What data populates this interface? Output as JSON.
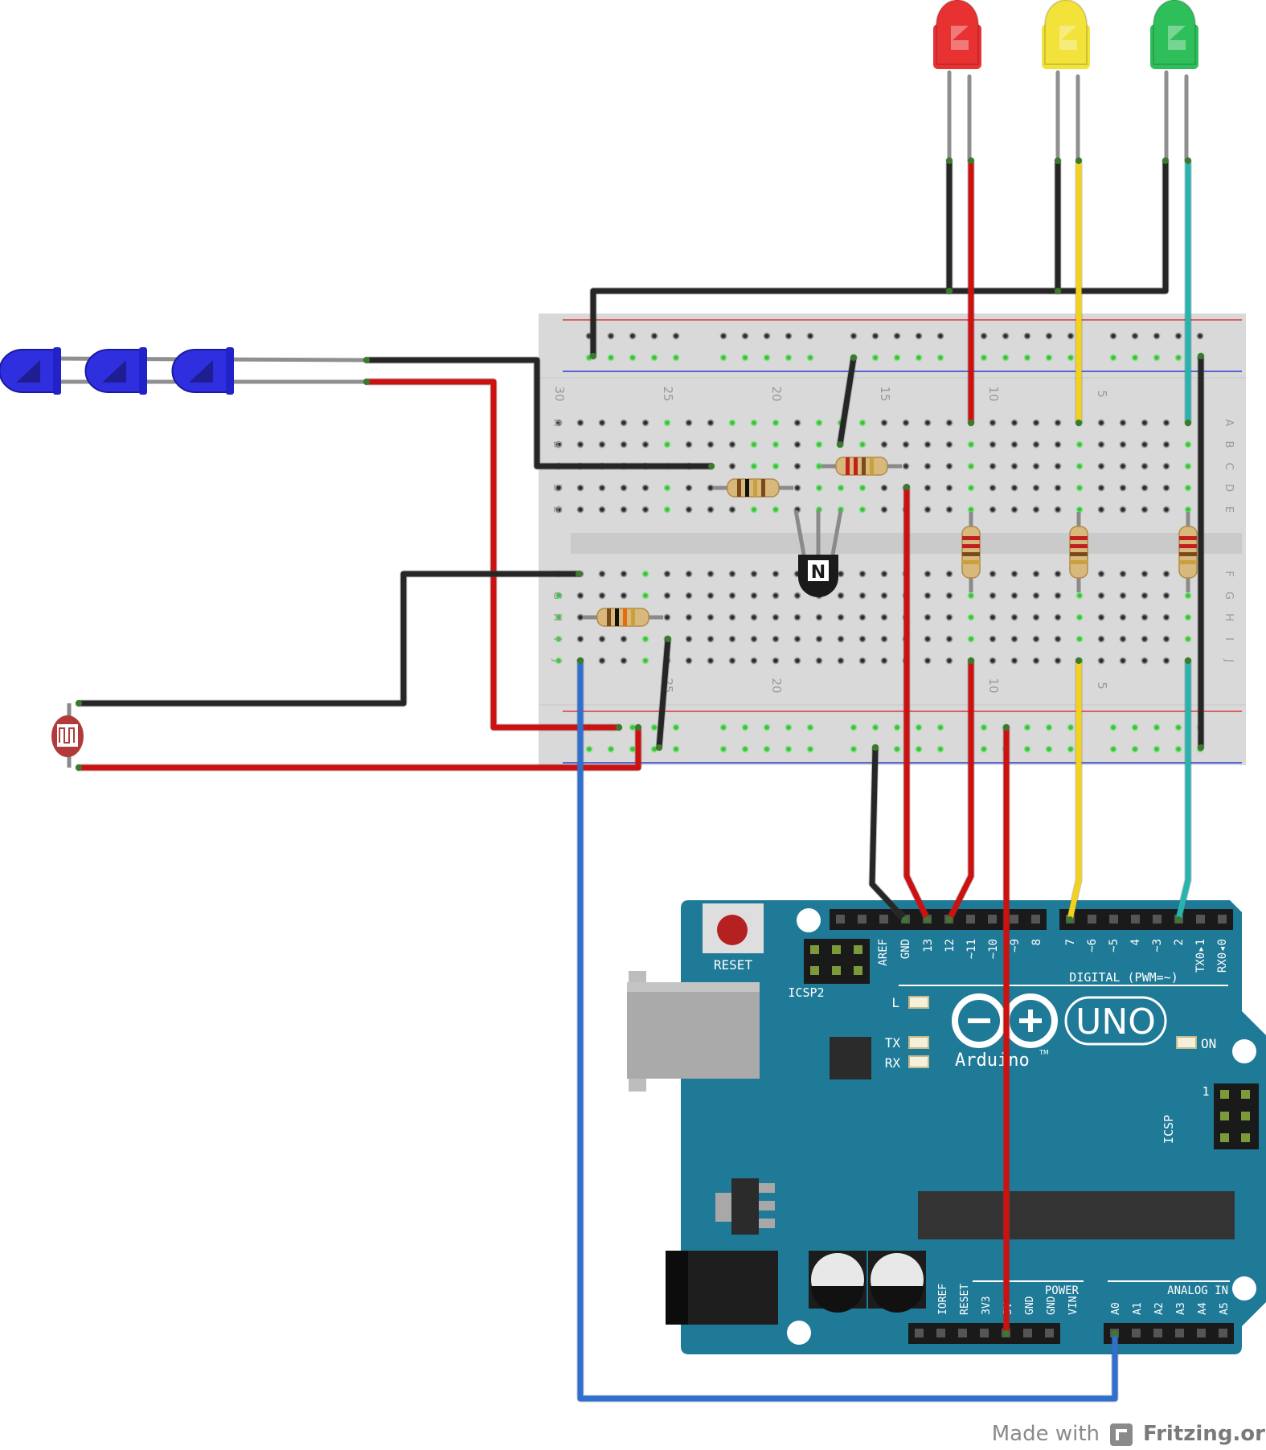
{
  "footer": {
    "made_with": "Made with",
    "brand": "Fritzing.org"
  },
  "breadboard": {
    "col_numbers": [
      "30",
      "25",
      "20",
      "15",
      "10",
      "5"
    ],
    "row_letters_top": [
      "A",
      "B",
      "C",
      "D",
      "E"
    ],
    "row_letters_bottom": [
      "F",
      "G",
      "H",
      "I",
      "J"
    ]
  },
  "transistor": {
    "label": "N"
  },
  "arduino": {
    "reset_label": "RESET",
    "icsp2_label": "ICSP2",
    "icsp_label": "ICSP",
    "icsp_pin1": "1",
    "digital_label": "DIGITAL (PWM=~)",
    "digital_pins": [
      "AREF",
      "GND",
      "13",
      "12",
      "~11",
      "~10",
      "~9",
      "8",
      "7",
      "~6",
      "~5",
      "4",
      "~3",
      "2",
      "TX0▸1",
      "RX0◂0"
    ],
    "led_l": "L",
    "led_tx": "TX",
    "led_rx": "RX",
    "led_on": "ON",
    "uno_label": "UNO",
    "brand_label": "Arduino",
    "tm": "TM",
    "power_label": "POWER",
    "power_pins": [
      "IOREF",
      "RESET",
      "3V3",
      "5V",
      "GND",
      "GND",
      "VIN"
    ],
    "analog_label": "ANALOG IN",
    "analog_pins": [
      "A0",
      "A1",
      "A2",
      "A3",
      "A4",
      "A5"
    ],
    "board_color": "#1f7a98"
  },
  "wire_colors": {
    "black": "#262626",
    "red": "#cc1111",
    "yellow": "#f4d21c",
    "teal": "#27b4b0",
    "blue": "#2f6fd0"
  },
  "led_colors": {
    "red": "#e83232",
    "yellow": "#f2e23a",
    "green": "#2fbf5a",
    "blue": "#2f2fe0"
  }
}
